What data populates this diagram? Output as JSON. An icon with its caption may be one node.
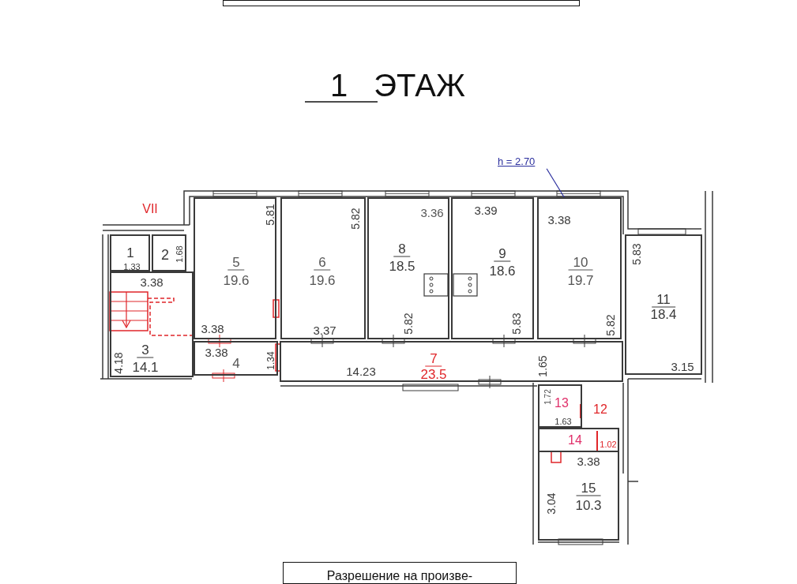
{
  "diagram": {
    "title": "1 ЭТАЖ",
    "nodes": [
      {
        "text": [],
        "shape": "box"
      },
      {
        "text": [
          "1",
          "1.33"
        ]
      },
      {
        "text": [
          "2",
          "1.68"
        ]
      },
      {
        "text": [
          "3.38",
          "4.18",
          "3",
          "14.1"
        ]
      },
      {
        "text": [
          "5.81",
          "5",
          "19.6",
          "3.38"
        ]
      },
      {
        "text": [
          "5.82",
          "6",
          "19.6",
          "3.37"
        ]
      },
      {
        "text": [
          "3.36",
          "8",
          "18.5",
          "5.82"
        ]
      },
      {
        "text": [
          "3.39",
          "9",
          "18.6",
          "5.83"
        ]
      },
      {
        "text": [
          "3.38",
          "10",
          "19.7",
          "5.82"
        ]
      },
      {
        "text": [
          "5.83",
          "11",
          "18.4",
          "3.15"
        ]
      },
      {
        "text": [
          "3.38",
          "4",
          "1.34"
        ]
      },
      {
        "text": [
          "14.23",
          "7",
          "23.5",
          "1.65"
        ]
      },
      {
        "text": [
          "1.72",
          "13",
          "1.63"
        ]
      },
      {
        "text": [
          "14",
          "1.02"
        ]
      },
      {
        "text": [
          "3.38",
          "15",
          "10.3",
          "3.04"
        ]
      },
      {
        "text": [
          "h = 2.70"
        ]
      },
      {
        "text": [
          "Разрешение на произве-"
        ]
      }
    ],
    "edges": [
      {
        "from": 15,
        "to": 8,
        "arrow": "none",
        "color": "#2b2f9e"
      }
    ],
    "labels": [
      "VII",
      "12"
    ]
  }
}
